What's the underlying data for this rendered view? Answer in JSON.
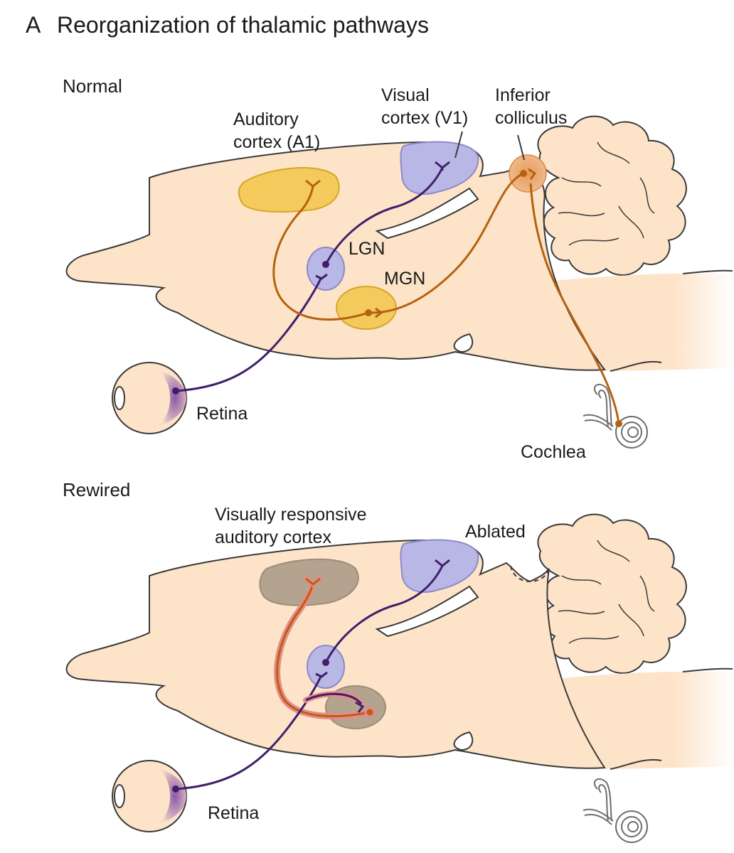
{
  "figure": {
    "panel_letter": "A",
    "title": "Reorganization of thalamic pathways",
    "colors": {
      "brain": "#fde3c8",
      "outline": "#3a3a3a",
      "auditory_area": "#f2c64a",
      "visual_area": "#b9b7e6",
      "rewired_area": "#b3a38f",
      "visual_pathway": "#3f1f6b",
      "auditory_pathway": "#b5610e",
      "rewired_glow": "#e88a8a"
    }
  },
  "normal": {
    "heading": "Normal",
    "auditory_cortex": [
      "Auditory",
      "cortex (A1)"
    ],
    "visual_cortex": [
      "Visual",
      "cortex (V1)"
    ],
    "inferior_colliculus": [
      "Inferior",
      "colliculus"
    ],
    "lgn": "LGN",
    "mgn": "MGN",
    "retina": "Retina",
    "cochlea": "Cochlea"
  },
  "rewired": {
    "heading": "Rewired",
    "responsive_cortex": [
      "Visually responsive",
      "auditory cortex"
    ],
    "ablated": "Ablated",
    "retina": "Retina"
  }
}
